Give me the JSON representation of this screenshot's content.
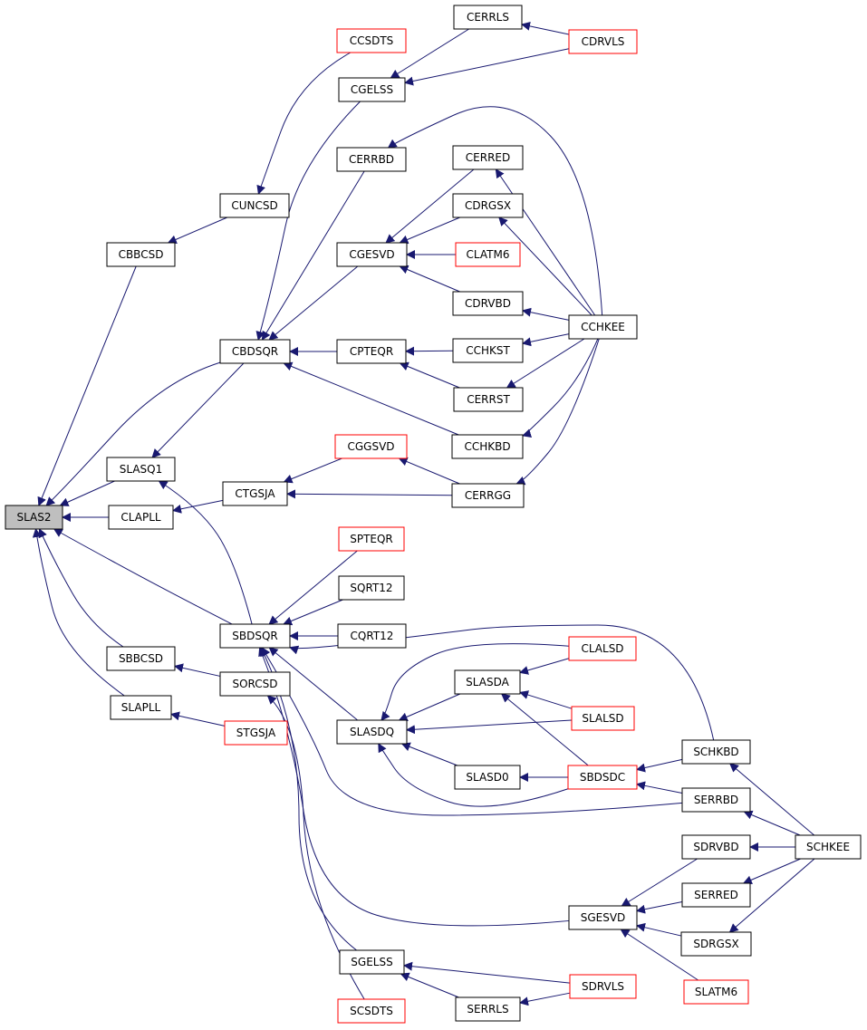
{
  "colors": {
    "edge": "#191970",
    "node_border": "#000000",
    "node_border_external": "#ff0000",
    "root_fill": "#bfbfbf"
  },
  "nodes": [
    {
      "id": "SLAS2",
      "label": "SLAS2",
      "root": true
    },
    {
      "id": "CBBCSD",
      "label": "CBBCSD"
    },
    {
      "id": "SLASQ1",
      "label": "SLASQ1"
    },
    {
      "id": "CLAPLL",
      "label": "CLAPLL"
    },
    {
      "id": "SBBCSD",
      "label": "SBBCSD"
    },
    {
      "id": "SLAPLL",
      "label": "SLAPLL"
    },
    {
      "id": "CUNCSD",
      "label": "CUNCSD"
    },
    {
      "id": "CBDSQR",
      "label": "CBDSQR"
    },
    {
      "id": "CTGSJA",
      "label": "CTGSJA"
    },
    {
      "id": "SBDSQR",
      "label": "SBDSQR"
    },
    {
      "id": "SORCSD",
      "label": "SORCSD"
    },
    {
      "id": "STGSJA",
      "label": "STGSJA",
      "external": true
    },
    {
      "id": "CCSDTS",
      "label": "CCSDTS",
      "external": true
    },
    {
      "id": "CGELSS",
      "label": "CGELSS"
    },
    {
      "id": "CERRBD",
      "label": "CERRBD"
    },
    {
      "id": "CGESVD",
      "label": "CGESVD"
    },
    {
      "id": "CPTEQR",
      "label": "CPTEQR"
    },
    {
      "id": "CGGSVD",
      "label": "CGGSVD",
      "external": true
    },
    {
      "id": "SPTEQR",
      "label": "SPTEQR",
      "external": true
    },
    {
      "id": "SQRT12",
      "label": "SQRT12"
    },
    {
      "id": "CQRT12",
      "label": "CQRT12"
    },
    {
      "id": "SLASDQ",
      "label": "SLASDQ"
    },
    {
      "id": "SGELSS",
      "label": "SGELSS"
    },
    {
      "id": "SCSDTS",
      "label": "SCSDTS",
      "external": true
    },
    {
      "id": "CERRLS",
      "label": "CERRLS"
    },
    {
      "id": "CERRED",
      "label": "CERRED"
    },
    {
      "id": "CDRGSX",
      "label": "CDRGSX"
    },
    {
      "id": "CLATM6",
      "label": "CLATM6",
      "external": true
    },
    {
      "id": "CDRVBD",
      "label": "CDRVBD"
    },
    {
      "id": "CCHKST",
      "label": "CCHKST"
    },
    {
      "id": "CERRST",
      "label": "CERRST"
    },
    {
      "id": "CCHKBD",
      "label": "CCHKBD"
    },
    {
      "id": "CERRGG",
      "label": "CERRGG"
    },
    {
      "id": "SLASDA",
      "label": "SLASDA"
    },
    {
      "id": "SLASD0",
      "label": "SLASD0"
    },
    {
      "id": "SERRLS",
      "label": "SERRLS"
    },
    {
      "id": "CDRVLS",
      "label": "CDRVLS",
      "external": true
    },
    {
      "id": "CCHKEE",
      "label": "CCHKEE"
    },
    {
      "id": "CLALSD",
      "label": "CLALSD",
      "external": true
    },
    {
      "id": "SLALSD",
      "label": "SLALSD",
      "external": true
    },
    {
      "id": "SBDSDC",
      "label": "SBDSDC",
      "external": true
    },
    {
      "id": "SGESVD",
      "label": "SGESVD"
    },
    {
      "id": "SDRVLS",
      "label": "SDRVLS",
      "external": true
    },
    {
      "id": "SCHKBD",
      "label": "SCHKBD"
    },
    {
      "id": "SERRBD",
      "label": "SERRBD"
    },
    {
      "id": "SDRVBD",
      "label": "SDRVBD"
    },
    {
      "id": "SERRED",
      "label": "SERRED"
    },
    {
      "id": "SDRGSX",
      "label": "SDRGSX"
    },
    {
      "id": "SLATM6",
      "label": "SLATM6",
      "external": true
    },
    {
      "id": "SCHKEE",
      "label": "SCHKEE"
    }
  ],
  "edges": [
    {
      "from": "CBBCSD",
      "to": "SLAS2"
    },
    {
      "from": "CBDSQR",
      "to": "SLAS2"
    },
    {
      "from": "SLASQ1",
      "to": "SLAS2"
    },
    {
      "from": "CLAPLL",
      "to": "SLAS2"
    },
    {
      "from": "SBDSQR",
      "to": "SLAS2"
    },
    {
      "from": "SBBCSD",
      "to": "SLAS2"
    },
    {
      "from": "SLAPLL",
      "to": "SLAS2"
    },
    {
      "from": "CUNCSD",
      "to": "CBBCSD"
    },
    {
      "from": "CCSDTS",
      "to": "CUNCSD"
    },
    {
      "from": "CERRLS",
      "to": "CGELSS"
    },
    {
      "from": "CDRVLS",
      "to": "CGELSS"
    },
    {
      "from": "CDRVLS",
      "to": "CERRLS"
    },
    {
      "from": "CGELSS",
      "to": "CBDSQR"
    },
    {
      "from": "CERRBD",
      "to": "CBDSQR"
    },
    {
      "from": "CGESVD",
      "to": "CBDSQR"
    },
    {
      "from": "CPTEQR",
      "to": "CBDSQR"
    },
    {
      "from": "CCHKBD",
      "to": "CBDSQR"
    },
    {
      "from": "CBDSQR",
      "to": "SLASQ1"
    },
    {
      "from": "SBDSQR",
      "to": "SLASQ1"
    },
    {
      "from": "CERRED",
      "to": "CGESVD"
    },
    {
      "from": "CDRGSX",
      "to": "CGESVD"
    },
    {
      "from": "CLATM6",
      "to": "CGESVD"
    },
    {
      "from": "CDRVBD",
      "to": "CGESVD"
    },
    {
      "from": "CCHKST",
      "to": "CPTEQR"
    },
    {
      "from": "CERRST",
      "to": "CPTEQR"
    },
    {
      "from": "CCHKEE",
      "to": "CERRBD"
    },
    {
      "from": "CCHKEE",
      "to": "CERRED"
    },
    {
      "from": "CCHKEE",
      "to": "CDRGSX"
    },
    {
      "from": "CCHKEE",
      "to": "CDRVBD"
    },
    {
      "from": "CCHKEE",
      "to": "CCHKST"
    },
    {
      "from": "CCHKEE",
      "to": "CERRST"
    },
    {
      "from": "CCHKEE",
      "to": "CCHKBD"
    },
    {
      "from": "CCHKEE",
      "to": "CERRGG"
    },
    {
      "from": "CTGSJA",
      "to": "CLAPLL"
    },
    {
      "from": "CGGSVD",
      "to": "CTGSJA"
    },
    {
      "from": "CERRGG",
      "to": "CTGSJA"
    },
    {
      "from": "CERRGG",
      "to": "CGGSVD"
    },
    {
      "from": "SPTEQR",
      "to": "SBDSQR"
    },
    {
      "from": "SQRT12",
      "to": "SBDSQR"
    },
    {
      "from": "CQRT12",
      "to": "SBDSQR"
    },
    {
      "from": "SLASDQ",
      "to": "SBDSQR"
    },
    {
      "from": "SCHKBD",
      "to": "SBDSQR"
    },
    {
      "from": "SERRBD",
      "to": "SBDSQR"
    },
    {
      "from": "SGESVD",
      "to": "SBDSQR"
    },
    {
      "from": "SGELSS",
      "to": "SBDSQR"
    },
    {
      "from": "SORCSD",
      "to": "SBBCSD"
    },
    {
      "from": "SCSDTS",
      "to": "SORCSD"
    },
    {
      "from": "STGSJA",
      "to": "SLAPLL"
    },
    {
      "from": "CLALSD",
      "to": "SLASDQ"
    },
    {
      "from": "SLASDA",
      "to": "SLASDQ"
    },
    {
      "from": "SLALSD",
      "to": "SLASDQ"
    },
    {
      "from": "SLASD0",
      "to": "SLASDQ"
    },
    {
      "from": "SBDSDC",
      "to": "SLASDQ"
    },
    {
      "from": "CLALSD",
      "to": "SLASDA"
    },
    {
      "from": "SLALSD",
      "to": "SLASDA"
    },
    {
      "from": "SBDSDC",
      "to": "SLASDA"
    },
    {
      "from": "SBDSDC",
      "to": "SLASD0"
    },
    {
      "from": "SCHKBD",
      "to": "SBDSDC"
    },
    {
      "from": "SERRBD",
      "to": "SBDSDC"
    },
    {
      "from": "SCHKEE",
      "to": "SCHKBD"
    },
    {
      "from": "SCHKEE",
      "to": "SERRBD"
    },
    {
      "from": "SCHKEE",
      "to": "SDRVBD"
    },
    {
      "from": "SCHKEE",
      "to": "SERRED"
    },
    {
      "from": "SCHKEE",
      "to": "SDRGSX"
    },
    {
      "from": "SDRVBD",
      "to": "SGESVD"
    },
    {
      "from": "SERRED",
      "to": "SGESVD"
    },
    {
      "from": "SDRGSX",
      "to": "SGESVD"
    },
    {
      "from": "SLATM6",
      "to": "SGESVD"
    },
    {
      "from": "SDRVLS",
      "to": "SGELSS"
    },
    {
      "from": "SERRLS",
      "to": "SGELSS"
    },
    {
      "from": "SDRVLS",
      "to": "SERRLS"
    }
  ]
}
